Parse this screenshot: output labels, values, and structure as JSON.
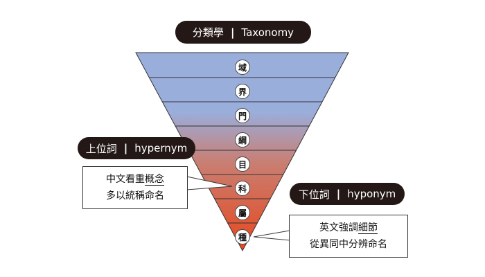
{
  "title": {
    "left": "分類學",
    "separator": "|",
    "right": "Taxonomy"
  },
  "ranks": [
    "域",
    "界",
    "門",
    "綱",
    "目",
    "科",
    "屬",
    "種"
  ],
  "hypernym": {
    "label_left": "上位詞",
    "separator": "|",
    "label_right": "hypernym",
    "note_line1_prefix": "中文看重",
    "note_line1_underlined": "概念",
    "note_line2": "多以統稱命名"
  },
  "hyponym": {
    "label_left": "下位詞",
    "separator": "|",
    "label_right": "hyponym",
    "note_line1_prefix": "英文強調",
    "note_line1_underlined": "細節",
    "note_line2": "從異同中分辨命名"
  },
  "colors": {
    "funnel_top": "#9aaedc",
    "funnel_mid": "#c87f74",
    "funnel_bottom": "#e8471c",
    "pill_bg": "#231816",
    "pill_text": "#ffffff"
  }
}
